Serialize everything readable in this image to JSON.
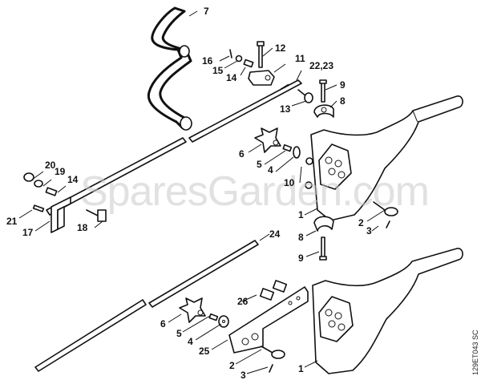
{
  "diagram": {
    "type": "exploded-parts-diagram",
    "watermark": "SparesGarden.com",
    "drawing_code": "129ET043 SC",
    "callouts": [
      {
        "id": "c7",
        "label": "7",
        "part": "loop handle"
      },
      {
        "id": "c16",
        "label": "16",
        "part": "pin"
      },
      {
        "id": "c12",
        "label": "12",
        "part": "screw"
      },
      {
        "id": "c15",
        "label": "15",
        "part": "washer"
      },
      {
        "id": "c14a",
        "label": "14",
        "part": "spring"
      },
      {
        "id": "c11",
        "label": "11",
        "part": "clamp"
      },
      {
        "id": "c2223",
        "label": "22,23",
        "part": "control rod"
      },
      {
        "id": "c9a",
        "label": "9",
        "part": "screw"
      },
      {
        "id": "c13",
        "label": "13",
        "part": "pin"
      },
      {
        "id": "c8a",
        "label": "8",
        "part": "clamp half"
      },
      {
        "id": "c6a",
        "label": "6",
        "part": "star knob"
      },
      {
        "id": "c5a",
        "label": "5",
        "part": "spring"
      },
      {
        "id": "c4a",
        "label": "4",
        "part": "washer"
      },
      {
        "id": "c10",
        "label": "10",
        "part": "nuts"
      },
      {
        "id": "c20",
        "label": "20",
        "part": "cap"
      },
      {
        "id": "c19",
        "label": "19",
        "part": "washer"
      },
      {
        "id": "c14b",
        "label": "14",
        "part": "spring"
      },
      {
        "id": "c21",
        "label": "21",
        "part": "screw"
      },
      {
        "id": "c17",
        "label": "17",
        "part": "bracket"
      },
      {
        "id": "c18",
        "label": "18",
        "part": "lever"
      },
      {
        "id": "c1a",
        "label": "1",
        "part": "handle housing"
      },
      {
        "id": "c2a",
        "label": "2",
        "part": "clamp screw"
      },
      {
        "id": "c3a",
        "label": "3",
        "part": "pin"
      },
      {
        "id": "c8b",
        "label": "8",
        "part": "clamp half"
      },
      {
        "id": "c9b",
        "label": "9",
        "part": "screw"
      },
      {
        "id": "c24",
        "label": "24",
        "part": "control rod"
      },
      {
        "id": "c26",
        "label": "26",
        "part": "screws"
      },
      {
        "id": "c6b",
        "label": "6",
        "part": "star knob"
      },
      {
        "id": "c5b",
        "label": "5",
        "part": "spring"
      },
      {
        "id": "c4b",
        "label": "4",
        "part": "washer"
      },
      {
        "id": "c25",
        "label": "25",
        "part": "adapter bar"
      },
      {
        "id": "c2b",
        "label": "2",
        "part": "clamp screw"
      },
      {
        "id": "c3b",
        "label": "3",
        "part": "pin"
      },
      {
        "id": "c1b",
        "label": "1",
        "part": "handle housing"
      }
    ]
  }
}
